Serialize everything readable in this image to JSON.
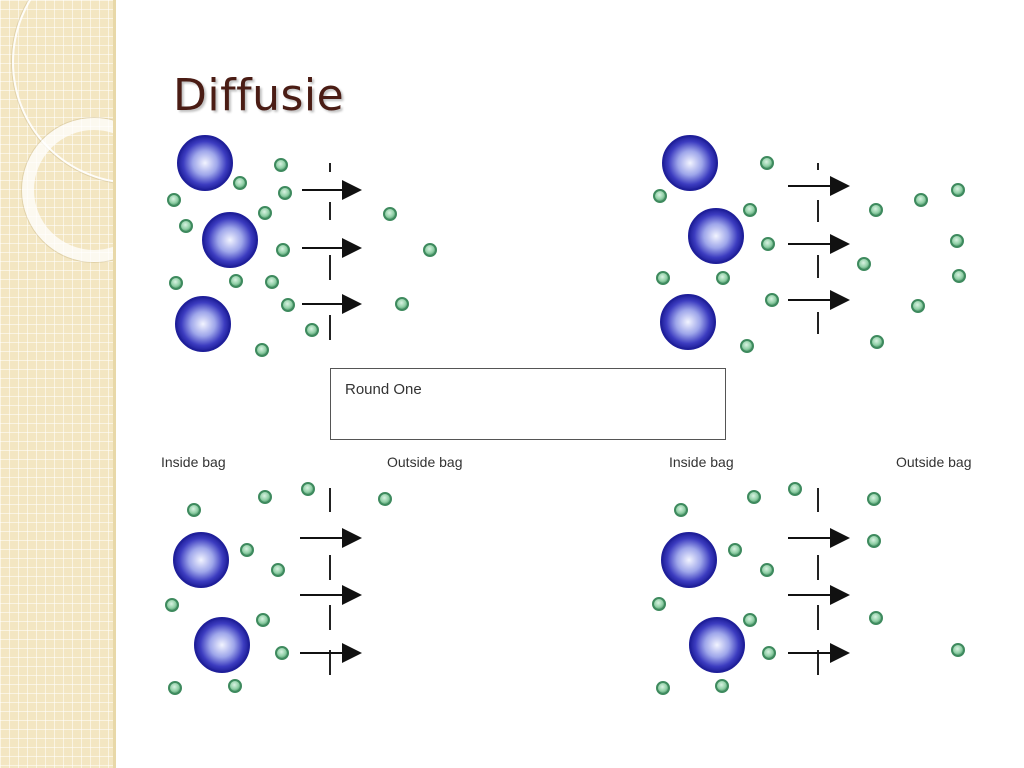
{
  "slide": {
    "title": "Diffusie"
  },
  "diagram": {
    "round_box_text": "Round One",
    "labels": {
      "inside_left": "Inside bag",
      "outside_left": "Outside bag",
      "inside_right": "Inside bag",
      "outside_right": "Outside bag"
    },
    "colors": {
      "small_molecule": "#3e8a5e",
      "small_molecule_fill": "#9fd4b0",
      "large_molecule_edge": "#1f1f9a",
      "large_molecule_center": "#e8ecff",
      "arrow": "#111111",
      "title": "#4a1c14"
    }
  }
}
